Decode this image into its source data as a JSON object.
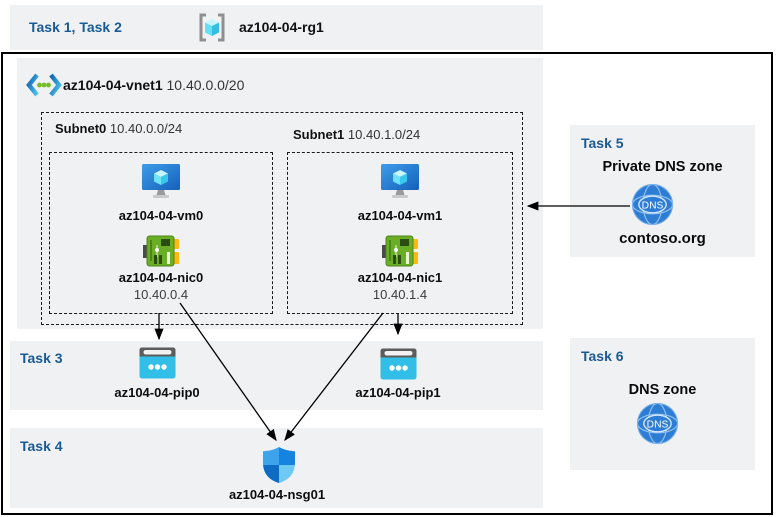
{
  "header": {
    "tasks": "Task 1, Task 2",
    "resource_group": "az104-04-rg1"
  },
  "vnet": {
    "name": "az104-04-vnet1",
    "cidr": "10.40.0.0/20",
    "subnets": [
      {
        "name": "Subnet0",
        "cidr": "10.40.0.0/24",
        "vm": "az104-04-vm0",
        "nic": "az104-04-nic0",
        "ip": "10.40.0.4"
      },
      {
        "name": "Subnet1",
        "cidr": "10.40.1.0/24",
        "vm": "az104-04-vm1",
        "nic": "az104-04-nic1",
        "ip": "10.40.1.4"
      }
    ]
  },
  "task3": {
    "label": "Task 3",
    "pips": [
      "az104-04-pip0",
      "az104-04-pip1"
    ]
  },
  "task4": {
    "label": "Task 4",
    "nsg": "az104-04-nsg01"
  },
  "task5": {
    "label": "Task 5",
    "title": "Private DNS zone",
    "zone": "contoso.org",
    "dns_icon_text": "DNS"
  },
  "task6": {
    "label": "Task 6",
    "title": "DNS zone",
    "dns_icon_text": "DNS"
  },
  "colors": {
    "task_label": "#1a5a94",
    "panel_gray": "#f0f1f2",
    "outline_black": "#000000",
    "vm_blue": "#2f86d8",
    "vm_cube_cyan": "#50e6ff",
    "nic_green": "#69ae25",
    "nic_yellow": "#fdb813",
    "pip_cyan": "#31bfe8",
    "pip_bar_gray": "#5c5c5c",
    "nsg_shield_blues": [
      "#3da3ea",
      "#1583e0",
      "#0f6cc4",
      "#6ec9f5"
    ],
    "dns_globe_blue": "#2e7dd4",
    "vnet_gradient": [
      "#0d62ad",
      "#50c8f0"
    ],
    "dot_green": "#76bc2d",
    "rg_bracket_gray": "#8f8f8f"
  }
}
